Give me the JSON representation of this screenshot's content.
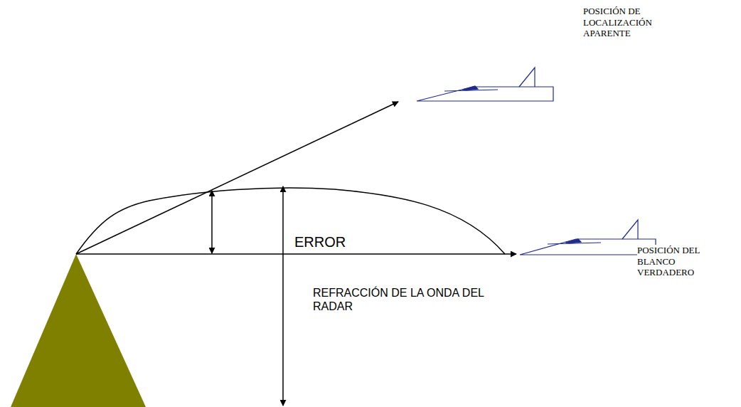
{
  "diagram": {
    "labels": [
      "POSICIÓN DE LOCALIZACIÓN APARENTE",
      "ERROR",
      "POSICIÓN DEL BLANCO VERDADERO",
      "REFRACCIÓN DE LA ONDA DEL RADAR"
    ]
  }
}
